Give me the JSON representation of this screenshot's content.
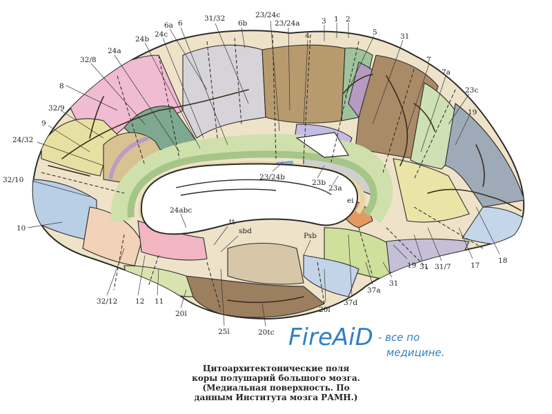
{
  "figure": {
    "caption": [
      "Цитоархитектонические поля",
      "коры полушарий большого мозга.",
      "(Медиальная поверхность. По",
      "данным Института мозга РАМН.)"
    ],
    "watermark": {
      "title": "FireAiD",
      "subtitle_line1": "- все по",
      "subtitle_line2": "медицине."
    }
  },
  "labels": [
    {
      "id": "l-31-32",
      "text": "31/32"
    },
    {
      "id": "l-23-24c",
      "text": "23/24c"
    },
    {
      "id": "l-6a",
      "text": "6a"
    },
    {
      "id": "l-6b",
      "text": "6b"
    },
    {
      "id": "l-23-24a",
      "text": "23/24a"
    },
    {
      "id": "l-3",
      "text": "3"
    },
    {
      "id": "l-1",
      "text": "1"
    },
    {
      "id": "l-2",
      "text": "2"
    },
    {
      "id": "l-24c",
      "text": "24c"
    },
    {
      "id": "l-6",
      "text": "6"
    },
    {
      "id": "l-24b",
      "text": "24b"
    },
    {
      "id": "l-4",
      "text": "4"
    },
    {
      "id": "l-5",
      "text": "5"
    },
    {
      "id": "l-31-top",
      "text": "31"
    },
    {
      "id": "l-24a",
      "text": "24a"
    },
    {
      "id": "l-32-8",
      "text": "32/8"
    },
    {
      "id": "l-7",
      "text": "7"
    },
    {
      "id": "l-7a",
      "text": "7a"
    },
    {
      "id": "l-8",
      "text": "8"
    },
    {
      "id": "l-23c",
      "text": "23c"
    },
    {
      "id": "l-32-9",
      "text": "32/9"
    },
    {
      "id": "l-19-top",
      "text": "19"
    },
    {
      "id": "l-9",
      "text": "9"
    },
    {
      "id": "l-24-32",
      "text": "24/32"
    },
    {
      "id": "l-32-10",
      "text": "32/10"
    },
    {
      "id": "l-23-24b",
      "text": "23/24b"
    },
    {
      "id": "l-23b",
      "text": "23b"
    },
    {
      "id": "l-23a",
      "text": "23a"
    },
    {
      "id": "l-ei",
      "text": "ei"
    },
    {
      "id": "l-24abc",
      "text": "24abc"
    },
    {
      "id": "l-tt",
      "text": "tt"
    },
    {
      "id": "l-sbd",
      "text": "sbd"
    },
    {
      "id": "l-10",
      "text": "10"
    },
    {
      "id": "l-psb",
      "text": "Psb"
    },
    {
      "id": "l-19-bottom",
      "text": "19"
    },
    {
      "id": "l-31-bottom",
      "text": "31"
    },
    {
      "id": "l-31-7",
      "text": "31/7"
    },
    {
      "id": "l-17",
      "text": "17"
    },
    {
      "id": "l-18",
      "text": "18"
    },
    {
      "id": "l-31-low",
      "text": "31"
    },
    {
      "id": "l-37a",
      "text": "37a"
    },
    {
      "id": "l-37d",
      "text": "37d"
    },
    {
      "id": "l-32-12",
      "text": "32/12"
    },
    {
      "id": "l-12",
      "text": "12"
    },
    {
      "id": "l-11",
      "text": "11"
    },
    {
      "id": "l-20l-left",
      "text": "20l"
    },
    {
      "id": "l-20l-right",
      "text": "20l"
    },
    {
      "id": "l-25l",
      "text": "25l"
    },
    {
      "id": "l-20tc",
      "text": "20tc"
    }
  ]
}
